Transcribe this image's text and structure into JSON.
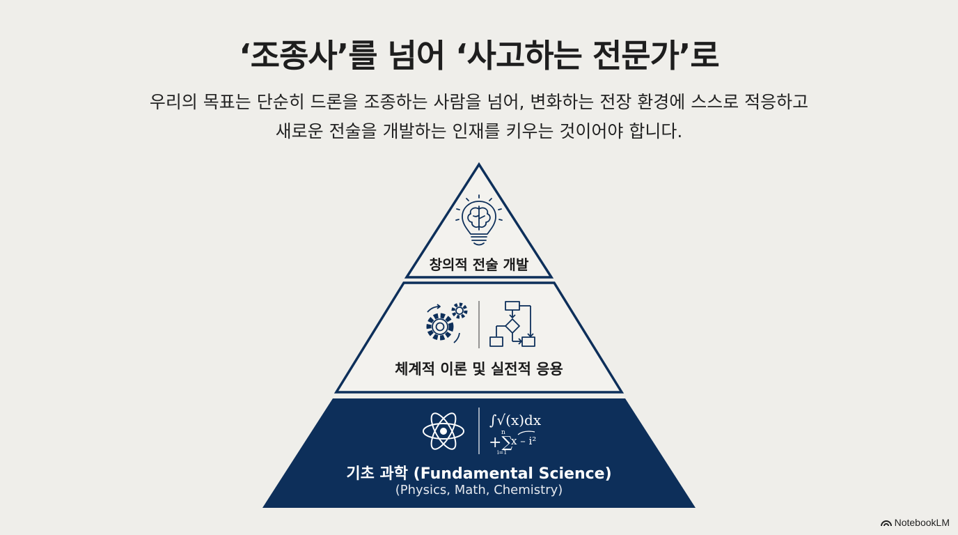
{
  "title": "‘조종사’를 넘어 ‘사고하는 전문가’로",
  "subtitle": {
    "line1": "우리의 목표는 단순히 드론을 조종하는 사람을 넘어, 변화하는 전장 환경에 스스로 적응하고",
    "line2": "새로운 전술을 개발하는 인재를 키우는 것이어야 합니다."
  },
  "pyramid": {
    "top": {
      "label": "창의적 전술 개발",
      "icon": "lightbulb-brain-icon"
    },
    "middle": {
      "label": "체계적 이론 및 실전적 응용",
      "icons": [
        "gears-icon",
        "flowchart-icon"
      ]
    },
    "bottom": {
      "label": "기초 과학 (Fundamental Science)",
      "sublabel": "(Physics, Math, Chemistry)",
      "icons": [
        "atom-icon",
        "math-formula-icon"
      ],
      "formula": {
        "integral": "∫√(x)dx",
        "sum_top": "n",
        "sum_expr": "x – i²",
        "sum_bottom": "i=1"
      }
    }
  },
  "colors": {
    "navy": "#0d2f5a",
    "background": "#efeeea",
    "outline": "#0d2f5a"
  },
  "brand": "NotebookLM"
}
